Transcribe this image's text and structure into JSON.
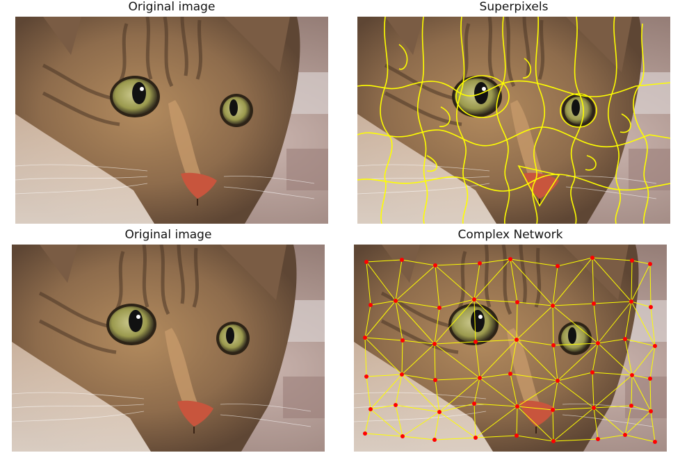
{
  "panels": [
    {
      "title": "Original image"
    },
    {
      "title": "Superpixels"
    },
    {
      "title": "Original image"
    },
    {
      "title": "Complex Network"
    }
  ],
  "colors": {
    "overlay_lines": "#ffff00",
    "nodes": "#ff0000",
    "fur_dark": "#5b4330",
    "fur_mid": "#9a7a58",
    "fur_light": "#c9b08e",
    "eye": "#a8a85a",
    "nose": "#c8553d",
    "background_blur": "#b8a8a2"
  }
}
